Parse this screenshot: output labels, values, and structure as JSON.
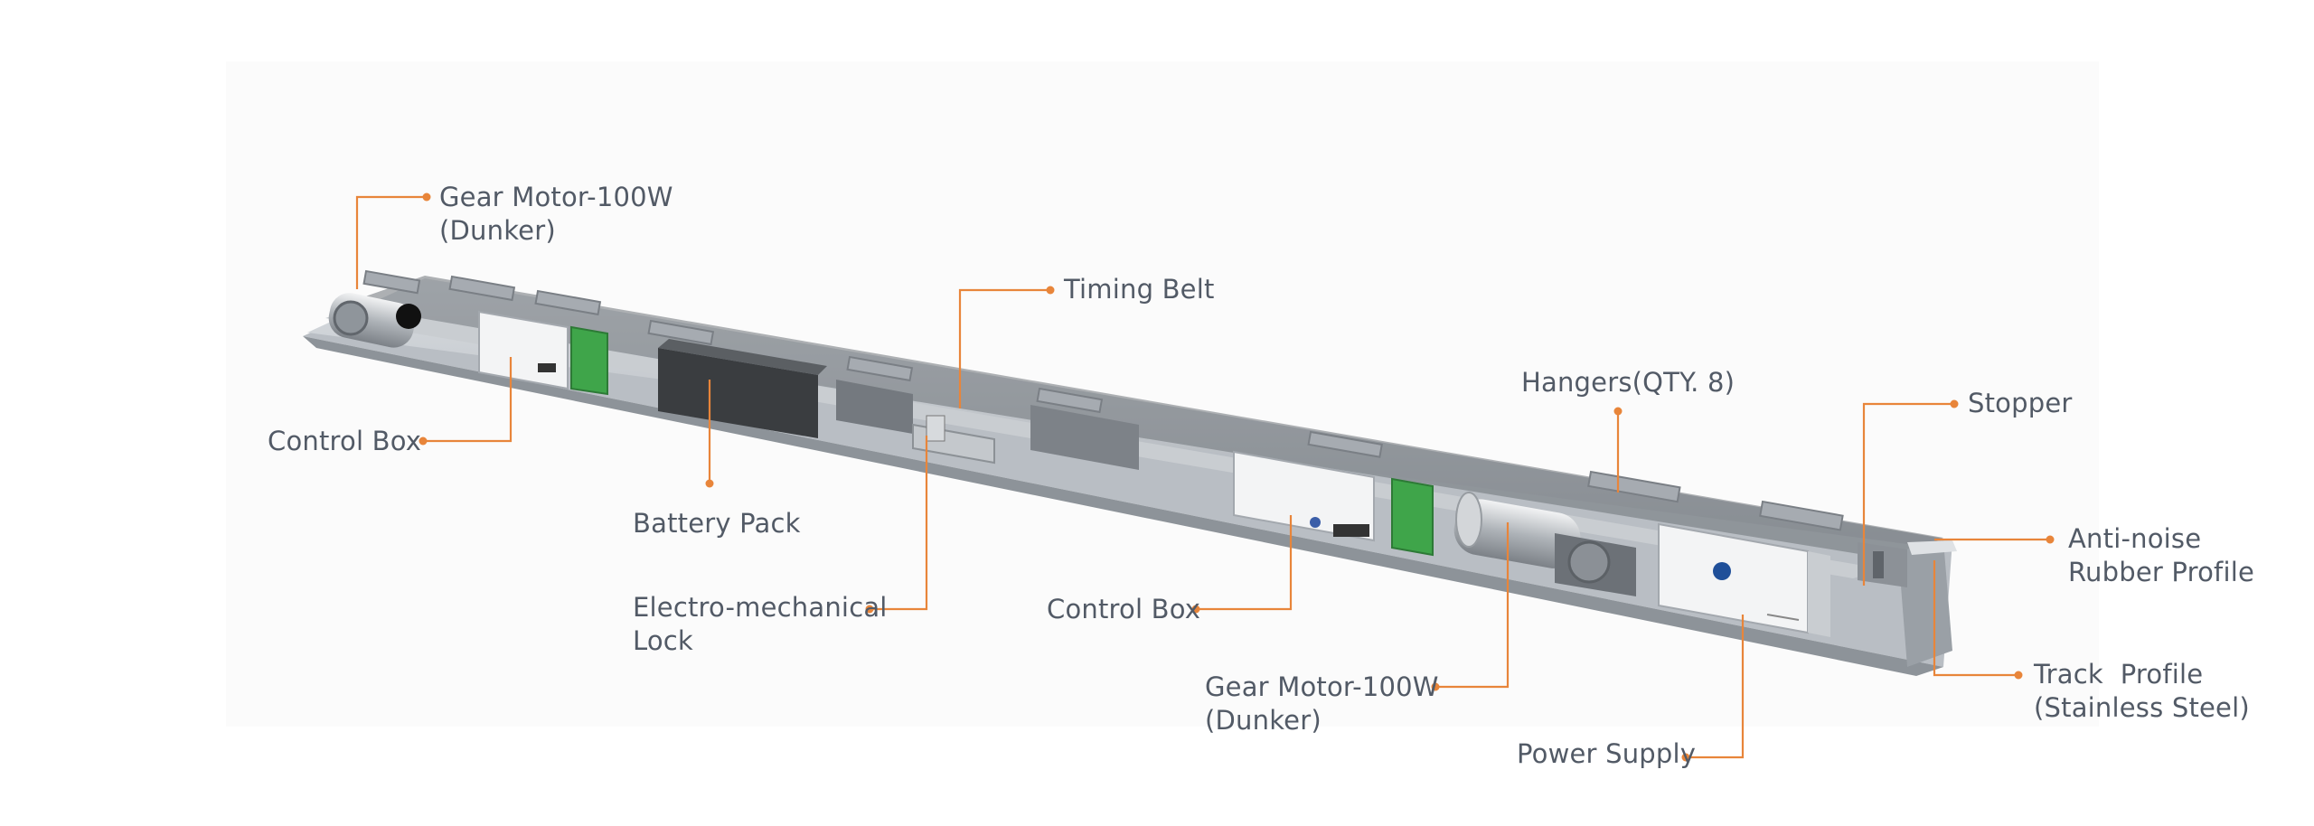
{
  "labels": {
    "gear_motor_top": {
      "line1": "Gear Motor-100W",
      "line2": "(Dunker)"
    },
    "timing_belt": "Timing Belt",
    "hangers": "Hangers(QTY. 8)",
    "stopper": "Stopper",
    "anti_noise": {
      "line1": "Anti-noise",
      "line2": "Rubber Profile"
    },
    "control_box_left": "Control Box",
    "battery_pack": "Battery Pack",
    "electro_lock": {
      "line1": "Electro-mechanical",
      "line2": "Lock"
    },
    "control_box_mid": "Control Box",
    "gear_motor_bottom": {
      "line1": "Gear Motor-100W",
      "line2": "(Dunker)"
    },
    "power_supply": "Power Supply",
    "track_profile": {
      "line1": "Track  Profile",
      "line2": "(Stainless Steel)"
    }
  },
  "colors": {
    "callout": "#e8853a",
    "text": "#525a66"
  }
}
